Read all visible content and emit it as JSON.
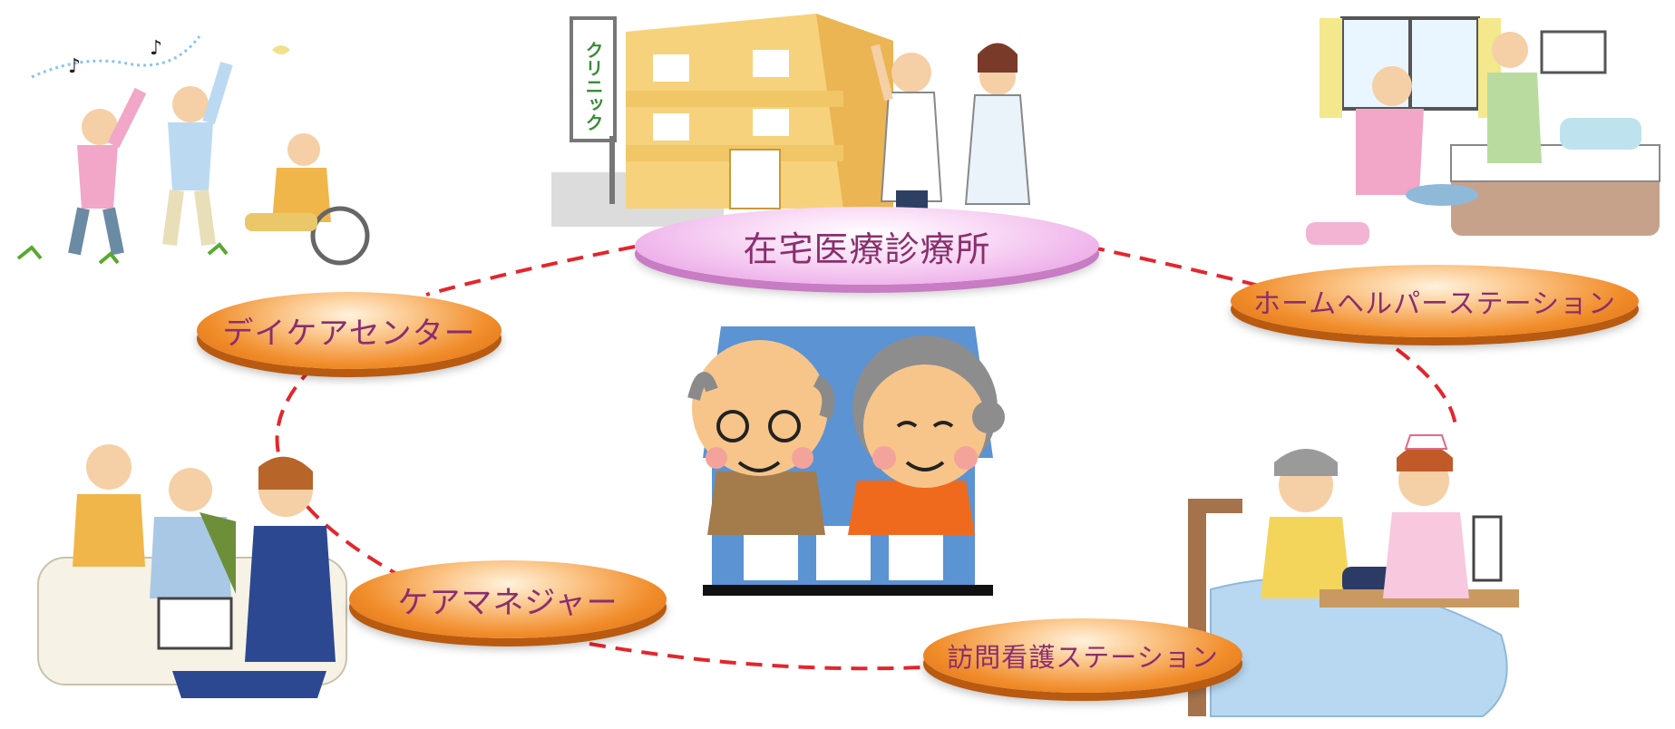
{
  "center": {
    "caption": "在宅医療診療所"
  },
  "clinic_sign": "クリニック",
  "nodes": {
    "day_center": "デイケアセンター",
    "home_helper": "ホームヘルパーステーション",
    "care_manager": "ケアマネジャー",
    "visiting_nurse": "訪問看護ステーション"
  },
  "colors": {
    "link_line": "#e3262c",
    "label_text": "#8a2e6e",
    "orange_pill": "#f18d2b",
    "pink_pill": "#eeb1ea",
    "house_blue": "#5b93d3"
  }
}
